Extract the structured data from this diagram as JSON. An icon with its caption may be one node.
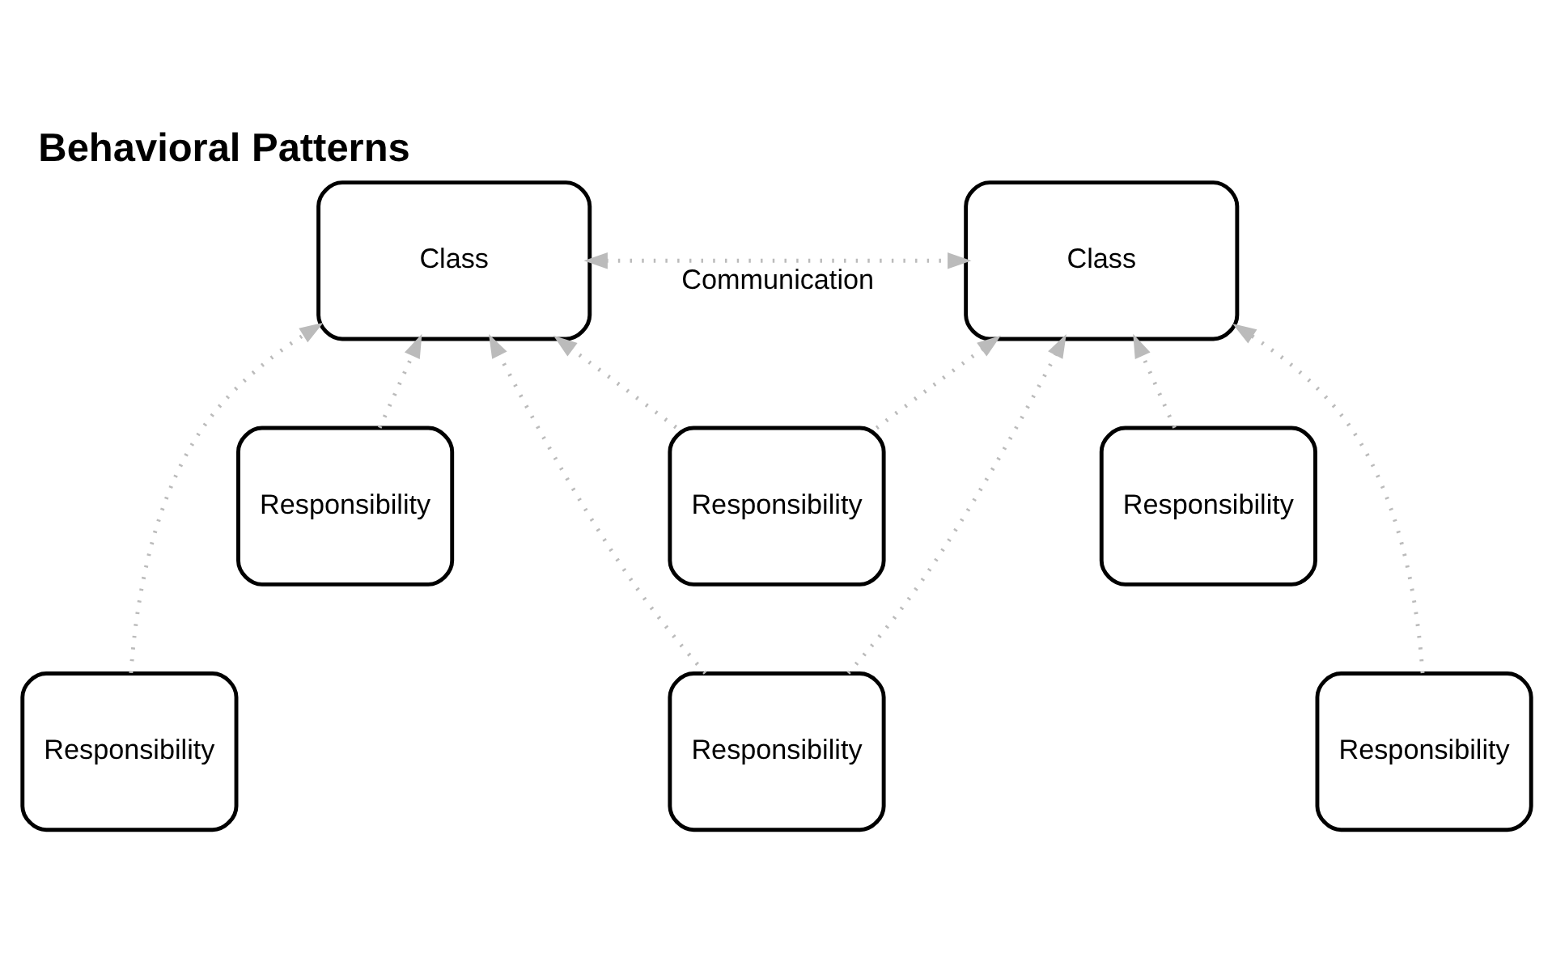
{
  "diagram": {
    "title": "Behavioral Patterns",
    "nodes": [
      {
        "text": [
          "Class"
        ]
      },
      {
        "text": [
          "Class"
        ]
      },
      {
        "text": [
          "Responsibility"
        ]
      },
      {
        "text": [
          "Responsibility"
        ]
      },
      {
        "text": [
          "Responsibility"
        ]
      },
      {
        "text": [
          "Responsibility"
        ]
      },
      {
        "text": [
          "Responsibility"
        ]
      },
      {
        "text": [
          "Responsibility"
        ]
      }
    ],
    "edges": [
      {
        "from": 0,
        "to": 1,
        "arrow": "both",
        "label": "Communication",
        "style": "dashed"
      },
      {
        "from": 2,
        "to": 0,
        "arrow": "to",
        "style": "dashed"
      },
      {
        "from": 5,
        "to": 0,
        "arrow": "to",
        "style": "dashed"
      },
      {
        "from": 6,
        "to": 0,
        "arrow": "to",
        "style": "dashed"
      },
      {
        "from": 3,
        "to": 0,
        "arrow": "to",
        "style": "dashed"
      },
      {
        "from": 3,
        "to": 1,
        "arrow": "to",
        "style": "dashed"
      },
      {
        "from": 6,
        "to": 1,
        "arrow": "to",
        "style": "dashed"
      },
      {
        "from": 4,
        "to": 1,
        "arrow": "to",
        "style": "dashed"
      },
      {
        "from": 7,
        "to": 1,
        "arrow": "to",
        "style": "dashed"
      }
    ]
  }
}
